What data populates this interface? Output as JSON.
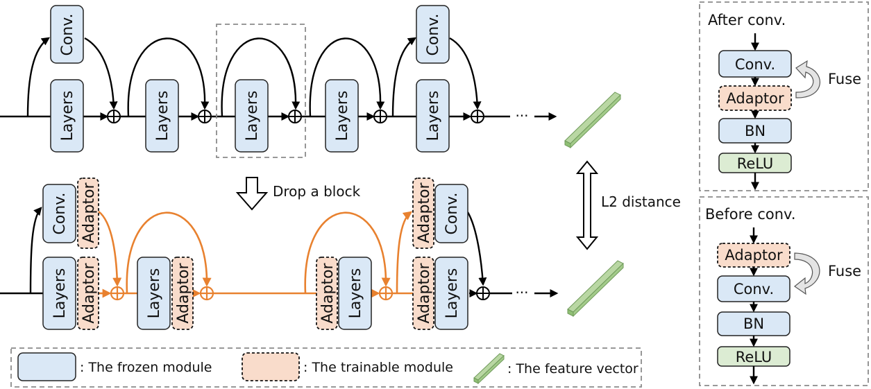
{
  "labels": {
    "conv": "Conv.",
    "layers": "Layers",
    "adaptor": "Adaptor",
    "bn": "BN",
    "relu": "ReLU",
    "fuse": "Fuse",
    "ellipsis": "···",
    "drop_block": "Drop a block",
    "l2_distance": "L2 distance"
  },
  "panels": {
    "after_title": "After conv.",
    "before_title": "Before conv."
  },
  "legend": {
    "frozen": ": The frozen module",
    "trainable": ": The trainable module",
    "feature": ": The feature vector"
  },
  "colors": {
    "frozen_fill": "#dae8f6",
    "trainable_fill": "#f9dccb",
    "relu_fill": "#dcecd3",
    "feature_vector": "#b9d7a3",
    "trainable_path": "#e8812f",
    "frame": "#8a8a8a"
  }
}
